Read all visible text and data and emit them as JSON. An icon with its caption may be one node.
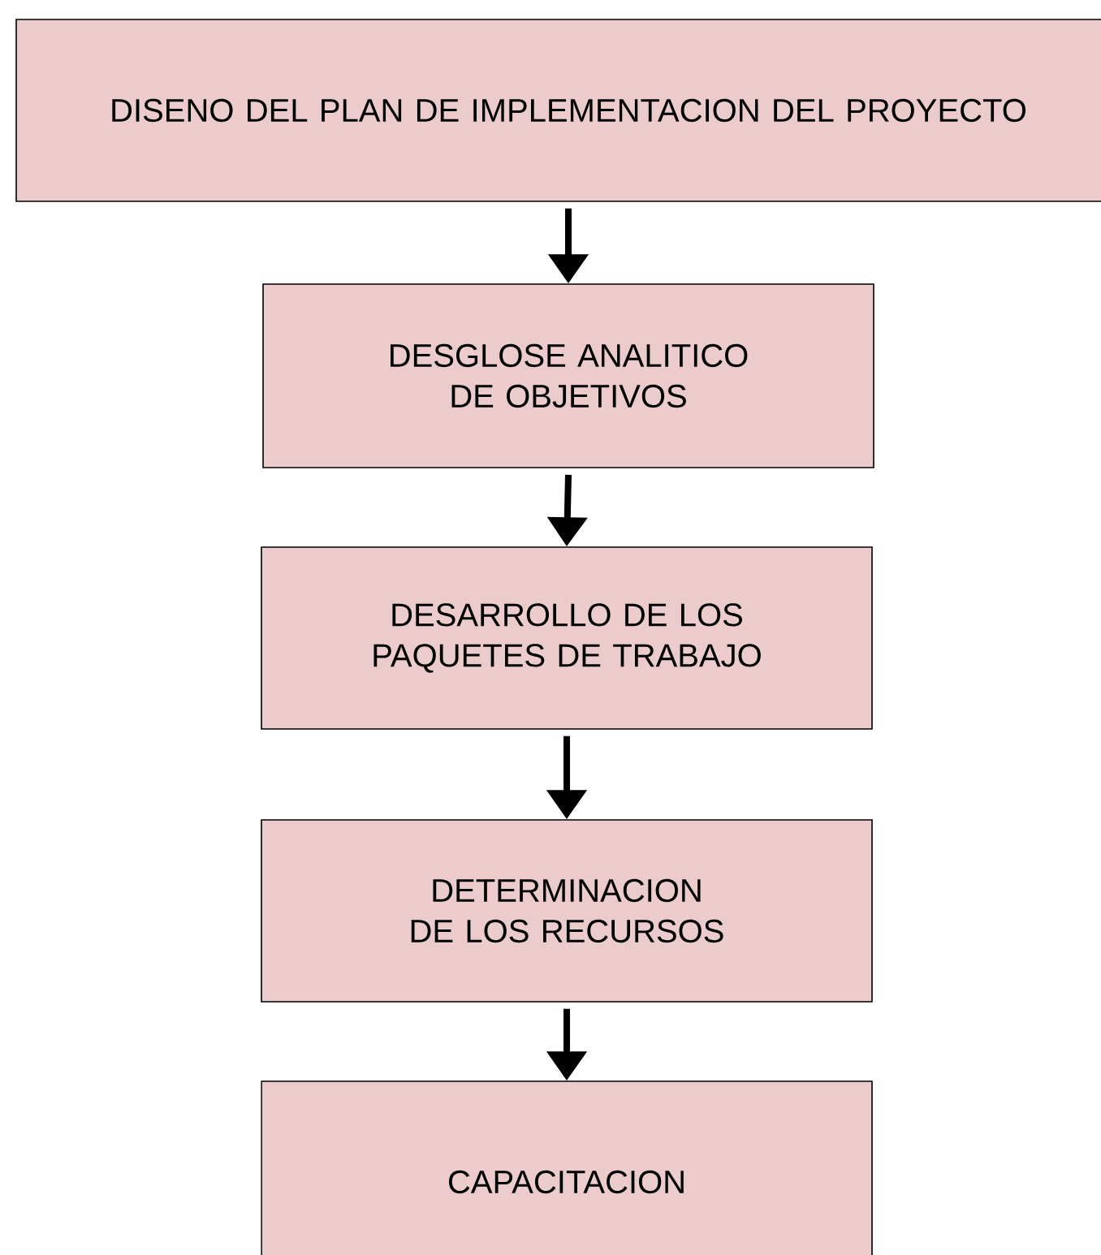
{
  "diagram": {
    "nodes": [
      {
        "text": [
          "DISENO DEL PLAN DE IMPLEMENTACION DEL PROYECTO"
        ]
      },
      {
        "text": [
          "DESGLOSE ANALITICO DE OBJETIVOS"
        ]
      },
      {
        "text": [
          "DESARROLLO DE LOS PAQUETES DE TRABAJO"
        ]
      },
      {
        "text": [
          "DETERMINACION DE LOS RECURSOS"
        ]
      },
      {
        "text": [
          "CAPACITACION"
        ]
      }
    ],
    "edges": [
      {
        "from": 0,
        "to": 1,
        "arrow": "to"
      },
      {
        "from": 1,
        "to": 2,
        "arrow": "to"
      },
      {
        "from": 2,
        "to": 3,
        "arrow": "to"
      },
      {
        "from": 3,
        "to": 4,
        "arrow": "to"
      }
    ]
  }
}
